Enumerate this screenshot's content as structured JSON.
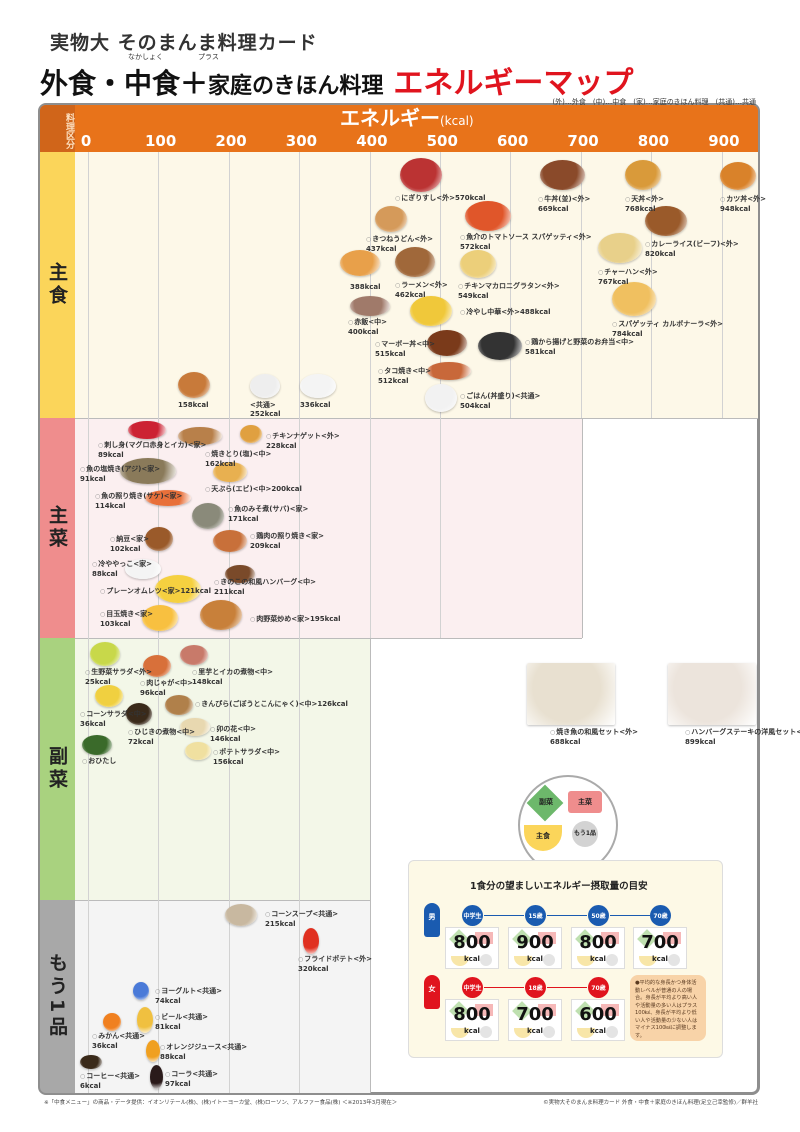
{
  "header": {
    "subtitle": "実物大 そのまんま料理カード",
    "title_part1": "外食・中食",
    "ruby_nakashoku": "なかしょく",
    "ruby_plus": "プラス",
    "plus": "＋",
    "title_part2": "家庭のきほん料理",
    "title_red": "エネルギーマップ",
    "legend": "(外)…外食　(中)…中食　(家)…家庭のきほん料理　(共通)…共通"
  },
  "axis": {
    "side_label": "料理区分",
    "title": "エネルギー",
    "unit": "(kcal)",
    "ticks": [
      0,
      100,
      200,
      300,
      400,
      500,
      600,
      700,
      800,
      900
    ]
  },
  "categories": {
    "shushoku": "主食",
    "shusai": "主菜",
    "fukusai": "副菜",
    "mou1": "もう1品"
  },
  "colors": {
    "orange": "#e8731a",
    "shushoku": "#fbd55a",
    "shusai": "#ef8d8d",
    "fukusai": "#a9d27f",
    "mou1": "#a8a8a8",
    "male": "#1a5bb0",
    "female": "#e0141e"
  },
  "shushoku": [
    {
      "n": "にぎりすし",
      "t": "<外>",
      "k": "570kcal"
    },
    {
      "n": "牛丼(並)",
      "t": "<外>",
      "k": "669kcal"
    },
    {
      "n": "天丼",
      "t": "<外>",
      "k": "768kcal"
    },
    {
      "n": "カツ丼",
      "t": "<外>",
      "k": "948kcal"
    },
    {
      "n": "きつねうどん",
      "t": "<外>",
      "k": "437kcal"
    },
    {
      "n": "魚介のトマトソース スパゲッティ",
      "t": "<外>",
      "k": "572kcal"
    },
    {
      "n": "カレーライス(ビーフ)",
      "t": "<外>",
      "k": "820kcal"
    },
    {
      "n": "チャーハン",
      "t": "<外>",
      "k": "767kcal"
    },
    {
      "n": "ラーメン",
      "t": "<外>",
      "k": "462kcal"
    },
    {
      "n": "チキンマカロニグラタン",
      "t": "<外>",
      "k": "549kcal"
    },
    {
      "n": "冷やし中華",
      "t": "<外>",
      "k": "488kcal"
    },
    {
      "n": "スパゲッティ カルボナーラ",
      "t": "<外>",
      "k": "784kcal"
    },
    {
      "n": "マーボー丼",
      "t": "<中>",
      "k": "515kcal"
    },
    {
      "n": "鶏から揚げと野菜のお弁当",
      "t": "<中>",
      "k": "581kcal"
    },
    {
      "n": "タコ焼き",
      "t": "<中>",
      "k": "512kcal"
    },
    {
      "n": "ごはん(丼盛り)",
      "t": "<共通>",
      "k": "504kcal"
    },
    {
      "n": "赤飯",
      "t": "<中>",
      "k": "400kcal"
    },
    {
      "n": "",
      "t": "",
      "k": "158kcal"
    },
    {
      "n": "",
      "t": "<共通>",
      "k": "252kcal"
    },
    {
      "n": "",
      "t": "",
      "k": "336kcal"
    },
    {
      "n": "",
      "t": "",
      "k": "388kcal"
    }
  ],
  "shusai": [
    {
      "n": "刺し身(マグロ赤身とイカ)",
      "t": "<家>",
      "k": "89kcal"
    },
    {
      "n": "焼きとり(塩)",
      "t": "<中>",
      "k": "162kcal"
    },
    {
      "n": "チキンナゲット",
      "t": "<外>",
      "k": "228kcal"
    },
    {
      "n": "魚の塩焼き(アジ)",
      "t": "<家>",
      "k": "91kcal"
    },
    {
      "n": "天ぷら(エビ)",
      "t": "<中>",
      "k": "200kcal"
    },
    {
      "n": "魚の照り焼き(サケ)",
      "t": "<家>",
      "k": "114kcal"
    },
    {
      "n": "魚のみそ煮(サバ)",
      "t": "<家>",
      "k": "171kcal"
    },
    {
      "n": "納豆",
      "t": "<家>",
      "k": "102kcal"
    },
    {
      "n": "鶏肉の照り焼き",
      "t": "<家>",
      "k": "209kcal"
    },
    {
      "n": "冷ややっこ",
      "t": "<家>",
      "k": "88kcal"
    },
    {
      "n": "プレーンオムレツ",
      "t": "<家>",
      "k": "121kcal"
    },
    {
      "n": "きのこの和風ハンバーグ",
      "t": "<中>",
      "k": "211kcal"
    },
    {
      "n": "目玉焼き",
      "t": "<家>",
      "k": "103kcal"
    },
    {
      "n": "肉野菜炒め",
      "t": "<家>",
      "k": "195kcal"
    }
  ],
  "fukusai": [
    {
      "n": "生野菜サラダ",
      "t": "<外>",
      "k": "25kcal"
    },
    {
      "n": "肉じゃが",
      "t": "<中>",
      "k": "96kcal"
    },
    {
      "n": "里芋とイカの煮物",
      "t": "<中>",
      "k": "148kcal"
    },
    {
      "n": "コーンサラダ",
      "t": "<中>",
      "k": "36kcal"
    },
    {
      "n": "きんぴら(ごぼうとこんにゃく)",
      "t": "<中>",
      "k": "126kcal"
    },
    {
      "n": "ひじきの煮物",
      "t": "<中>",
      "k": "72kcal"
    },
    {
      "n": "卯の花",
      "t": "<中>",
      "k": "146kcal"
    },
    {
      "n": "おひたし",
      "t": "",
      "k": ""
    },
    {
      "n": "ポテトサラダ",
      "t": "<中>",
      "k": "156kcal"
    }
  ],
  "mou1": [
    {
      "n": "コーンスープ",
      "t": "<共通>",
      "k": "215kcal"
    },
    {
      "n": "フライドポテト",
      "t": "<外>",
      "k": "320kcal"
    },
    {
      "n": "ヨーグルト",
      "t": "<共通>",
      "k": "74kcal"
    },
    {
      "n": "ビール",
      "t": "<共通>",
      "k": "81kcal"
    },
    {
      "n": "みかん",
      "t": "<共通>",
      "k": "36kcal"
    },
    {
      "n": "オレンジジュース",
      "t": "<共通>",
      "k": "88kcal"
    },
    {
      "n": "コーヒー",
      "t": "<共通>",
      "k": "6kcal"
    },
    {
      "n": "コーラ",
      "t": "<共通>",
      "k": "97kcal"
    }
  ],
  "sets": [
    {
      "n": "焼き魚の和風セット",
      "t": "<外>",
      "k": "688kcal"
    },
    {
      "n": "ハンバーグステーキの洋風セット",
      "t": "<外>",
      "k": "899kcal"
    }
  ],
  "plate": {
    "fukusai": "副菜",
    "shusai": "主菜",
    "shushoku": "主食",
    "mou1": "もう1品"
  },
  "intake": {
    "title": "1食分の望ましいエネルギー摂取量の目安",
    "unit": "kcal",
    "male": {
      "label": "男",
      "stages": [
        {
          "age": "中学生",
          "kcal": "800"
        },
        {
          "age": "15歳",
          "kcal": "900"
        },
        {
          "age": "50歳",
          "kcal": "800"
        },
        {
          "age": "70歳",
          "kcal": "700"
        }
      ]
    },
    "female": {
      "label": "女",
      "stages": [
        {
          "age": "中学生",
          "kcal": "800"
        },
        {
          "age": "18歳",
          "kcal": "700"
        },
        {
          "age": "70歳",
          "kcal": "600"
        }
      ]
    },
    "note": "●平均的な身長かつ身体活動レベルが普通の人の場合。身長が平均より高い人や活動量の多い人はプラス100㎉、身長が平均より低い人や活動量の少ない人はマイナス100㎉に調整します。"
  },
  "footer": {
    "left": "※「中食メニュー」の商品・データ提供：イオンリテール(株)、(株)イトーヨーカ堂、(株)ローソン、アルファー食品(株) ＜※2013年3月現在＞",
    "right": "©実物大そのまんま料理カード 外食・中食＋家庭のきほん料理(足立己幸監修)／群羊社"
  }
}
